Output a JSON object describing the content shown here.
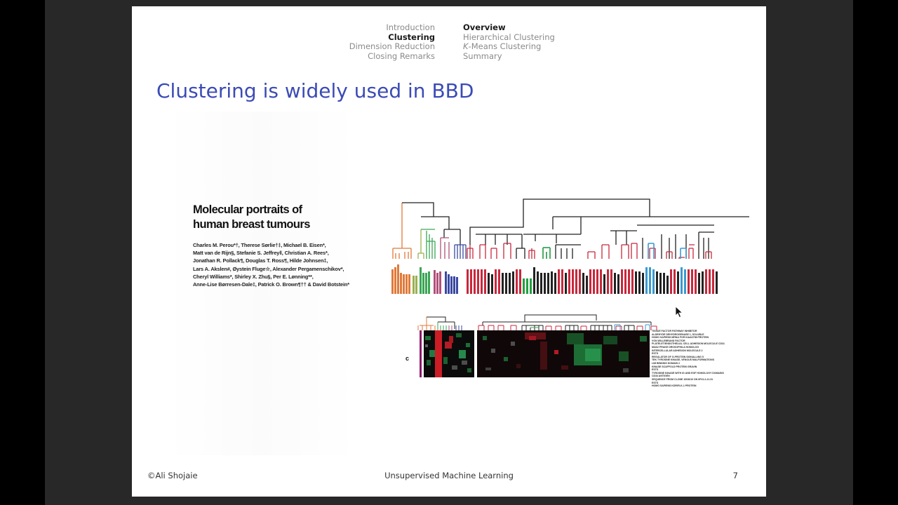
{
  "header": {
    "sections": [
      {
        "label": "Introduction",
        "active": false
      },
      {
        "label": "Clustering",
        "active": true
      },
      {
        "label": "Dimension Reduction",
        "active": false
      },
      {
        "label": "Closing Remarks",
        "active": false
      }
    ],
    "subsections": [
      {
        "label": "Overview",
        "active": true
      },
      {
        "label": "Hierarchical Clustering",
        "active": false
      },
      {
        "label_k": "K",
        "label": "-Means Clustering",
        "active": false
      },
      {
        "label": "Summary",
        "active": false
      }
    ]
  },
  "slide": {
    "title": "Clustering is widely used in BBD"
  },
  "paper": {
    "title_line1": "Molecular portraits of",
    "title_line2": "human breast tumours",
    "authors": [
      "Charles M. Perou*†, Therese Sørlie†‡, Michael B. Eisen*,",
      "Matt van de Rijn§, Stefanie S. Jeffrey‖, Christian A. Rees*,",
      "Jonathan R. Pollack¶, Douglas T. Ross¶, Hilde Johnsen‡,",
      "Lars A. Akslen#, Øystein Fluge☆, Alexander Pergamenschikov*,",
      "Cheryl Williams*, Shirley X. Zhu§, Per E. Lønning**,",
      "Anne-Lise Børresen-Dale‡, Patrick O. Brown¶†† & David Botstein*"
    ],
    "figure_panel_label": "c",
    "gene_labels": [
      "TISSUE FACTOR PATHWAY INHIBITOR",
      "ALDEHYDE DEHYDROGENASE 1, SOLUBLE",
      "HOMO SAPIENS MRNA FOR KIAA0758 PROTEIN",
      "VON WILLEBRAND FACTOR",
      "PLATELET/ENDOTHELIAL CELL ADHESION MOLECULE CD31",
      "MAD2 PRAKE DROSOPHILA HOMOLOG",
      "INTERCELLULAR ADHESION MOLECULE 2",
      "ESTS",
      "REGULATOR OF G-PROTEIN SIGNALLING 5",
      "TEK TYROSINE KINASE, VENOUS MALFORMATIONS",
      "LIM BINDING DOMAIN 2",
      "KINASE SCAFFOLD PROTEIN GRAVIN",
      "ESTS",
      "TYROSINE KINASE WITH IG AND EGF HOMOLOGY DOMAINS",
      "CD34 ANTIGEN",
      "SEQUENCE FROM CLONE 1003610 ON 6P21.2-21.31",
      "ESTS",
      "HOMO SAPIENS KDR/FLK-1 PROTEIN"
    ],
    "colors": {
      "cell_lines_orange": "#e07a3a",
      "cell_lines_green": "#3aa655",
      "cell_lines_purple": "#b0507a",
      "cell_lines_blue": "#3a4aa0",
      "tumor_red": "#c8283c",
      "normal_green": "#22a040",
      "luminal_blue": "#3a9ad0",
      "tree_black": "#222222"
    }
  },
  "footer": {
    "author": "©Ali Shojaie",
    "course": "Unsupervised Machine Learning",
    "page": "7"
  },
  "colors": {
    "title_blue": "#3b4bb5",
    "viewer_bg": "#282828",
    "outer_bg": "#000000",
    "slide_bg": "#ffffff"
  }
}
